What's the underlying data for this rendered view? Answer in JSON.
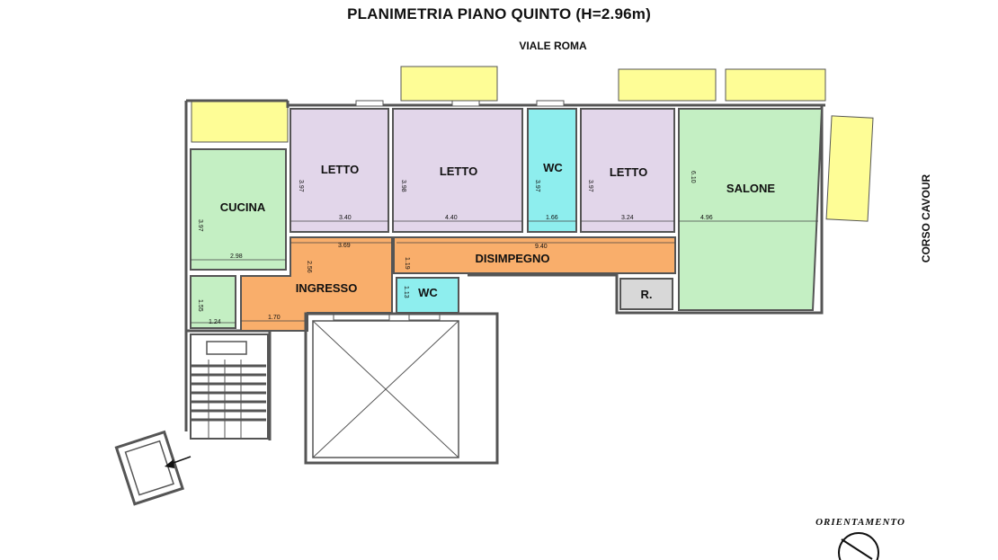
{
  "title": "PLANIMETRIA PIANO QUINTO  (H=2.96m)",
  "streets": {
    "top": "VIALE ROMA",
    "right": "CORSO CAVOUR"
  },
  "rooms": {
    "letto1": "LETTO",
    "letto2": "LETTO",
    "wc1": "WC",
    "letto3": "LETTO",
    "salone": "SALONE",
    "cucina": "CUCINA",
    "disimpegno": "DISIMPEGNO",
    "ingresso": "INGRESSO",
    "wc2": "WC",
    "ripostiglio": "R."
  },
  "dimensions": {
    "letto1_h": "3.97",
    "letto1_w": "3.40",
    "letto2_h": "3.98",
    "letto2_w": "4.40",
    "wc1_h": "3.97",
    "wc1_w": "1.66",
    "letto3_h": "3.97",
    "letto3_w": "3.24",
    "salone_h": "6.10",
    "salone_w": "4.96",
    "cucina_h": "3.97",
    "cucina_w": "2.98",
    "ingresso_top": "3.69",
    "ingresso_h": "2.56",
    "ingresso_w": "1.70",
    "disimpegno_h": "1.19",
    "disimpegno_w": "9.40",
    "wc2_h": "1.13",
    "small_h": "1.55",
    "small_w": "1.24"
  },
  "orientation_label": "ORIENTAMENTO",
  "colors": {
    "bedroom": "#e2d6ea",
    "bath": "#8eeeee",
    "living": "#c4efc3",
    "corridor": "#f9ae6b",
    "balcony": "#fefd96",
    "storage": "#d8d8d8",
    "wall": "#555555"
  }
}
